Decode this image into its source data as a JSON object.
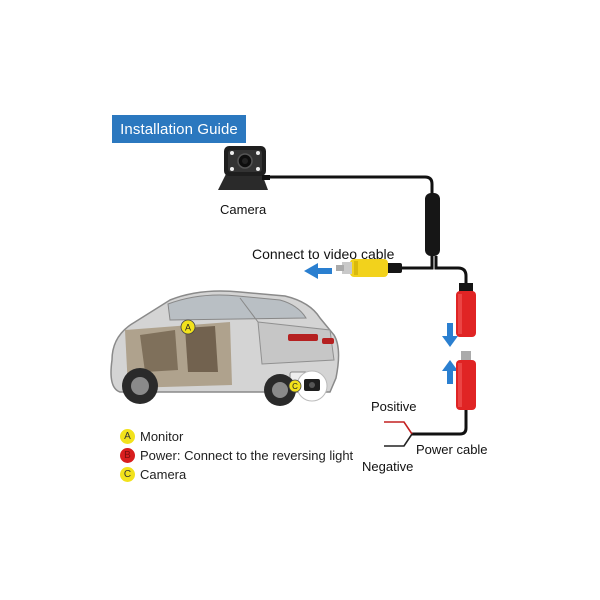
{
  "title": "Installation Guide",
  "labels": {
    "camera": "Camera",
    "connect": "Connect  to video cable",
    "positive": "Positive",
    "negative": "Negative",
    "power_cable": "Power cable"
  },
  "car_markers": {
    "a": "A",
    "c": "C"
  },
  "legend": [
    {
      "key": "A",
      "text": "Monitor",
      "color": "#f2e21c"
    },
    {
      "key": "B",
      "text": "Power: Connect to the reversing light",
      "color": "#d81e1e"
    },
    {
      "key": "C",
      "text": "Camera",
      "color": "#f2e21c"
    }
  ],
  "colors": {
    "badge": "#2b78bf",
    "cable": "#111111",
    "rca_yellow": "#f2d21c",
    "power_red": "#e02424",
    "arrow_blue": "#2a7fd0"
  }
}
